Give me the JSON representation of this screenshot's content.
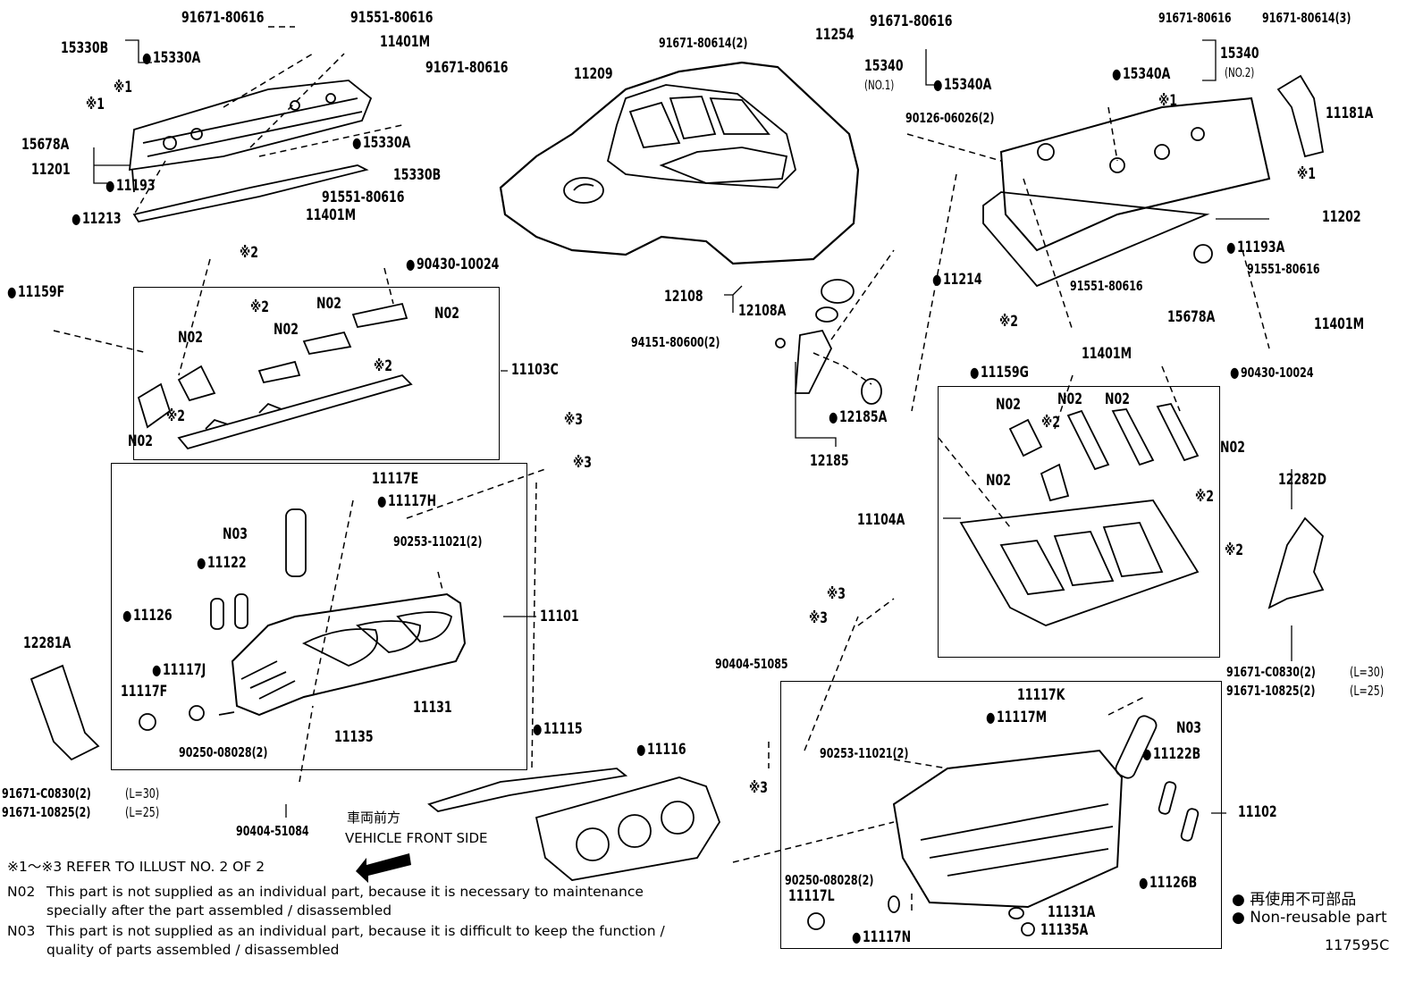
{
  "labels": {
    "l01": "91671-80616",
    "l02": "91551-80616",
    "l03": "15330B",
    "l04": "15330A",
    "l05": "11401M",
    "l06": "※1",
    "l07": "※1",
    "l08": "91671-80616",
    "l09": "15678A",
    "l10": "15330A",
    "l11": "11201",
    "l12": "11193",
    "l13": "15330B",
    "l14": "91551-80616",
    "l15": "11213",
    "l16": "11401M",
    "l17": "※2",
    "l18": "90430-10024",
    "l19": "11159F",
    "l20": "N02",
    "l21": "※2",
    "l22": "N02",
    "l23": "N02",
    "l24": "N02",
    "l25": "※2",
    "l26": "11103C",
    "l27": "※2",
    "l28": "N02",
    "l29": "※3",
    "l30": "※3",
    "l31": "11117E",
    "l32": "11117H",
    "l33": "N03",
    "l34": "90253-11021(2)",
    "l35": "11122",
    "l36": "11126",
    "l37": "11101",
    "l38": "12281A",
    "l39": "11117J",
    "l40": "11117F",
    "l41": "11131",
    "l42": "11135",
    "l43": "90250-08028(2)",
    "l44": "91671-C0830(2)",
    "l44u": "(L=30)",
    "l45": "91671-10825(2)",
    "l45u": "(L=25)",
    "l46": "90404-51084",
    "l47": "11115",
    "l48": "11116",
    "l49": "91671-80614(2)",
    "l50": "11254",
    "l51": "11209",
    "l52": "12108",
    "l53": "12108A",
    "l54": "94151-80600(2)",
    "l55": "12185A",
    "l56": "12185",
    "l57": "91671-80616",
    "l58": "15340",
    "l59": "(NO.1)",
    "l60": "15340A",
    "l61": "91671-80616",
    "l62": "91671-80614(3)",
    "l63": "15340",
    "l64": "(NO.2)",
    "l65": "15340A",
    "l66": "90126-06026(2)",
    "l67": "※1",
    "l68": "11181A",
    "l69": "※1",
    "l70": "11202",
    "l71": "11193A",
    "l72": "11214",
    "l73": "91551-80616",
    "l74": "91551-80616",
    "l75": "15678A",
    "l76": "11401M",
    "l77": "11401M",
    "l78": "※2",
    "l79": "11159G",
    "l80": "90430-10024",
    "l81": "N02",
    "l82": "N02",
    "l83": "N02",
    "l84": "※2",
    "l85": "N02",
    "l86": "N02",
    "l87": "※2",
    "l88": "11104A",
    "l89": "※2",
    "l90": "12282D",
    "l91": "※3",
    "l92": "※3",
    "l93": "90404-51085",
    "l94": "91671-C0830(2)",
    "l94u": "(L=30)",
    "l95": "91671-10825(2)",
    "l95u": "(L=25)",
    "l96": "11117K",
    "l97": "11117M",
    "l98": "N03",
    "l99": "90253-11021(2)",
    "l100": "11122B",
    "l101": "※3",
    "l102": "11102",
    "l103": "90250-08028(2)",
    "l104": "11117L",
    "l105": "11126B",
    "l106": "11131A",
    "l107": "11135A",
    "l108": "11117N"
  },
  "front_direction": {
    "jp": "車両前方",
    "en": "VEHICLE FRONT SIDE"
  },
  "notes": {
    "refer": "※1～※3  REFER TO ILLUST NO. 2 OF 2",
    "n02_code": "N02",
    "n02_line1": "This part is not supplied as an individual part, because it is necessary to maintenance",
    "n02_line2": "specially after the part assembled / disassembled",
    "n03_code": "N03",
    "n03_line1": "This part is not supplied as an individual part, because it is difficult to keep the function /",
    "n03_line2": "quality of parts  assembled / disassembled"
  },
  "legend": {
    "jp": "再使用不可部品",
    "en": "Non-reusable part"
  },
  "illustration_id": "117595C"
}
